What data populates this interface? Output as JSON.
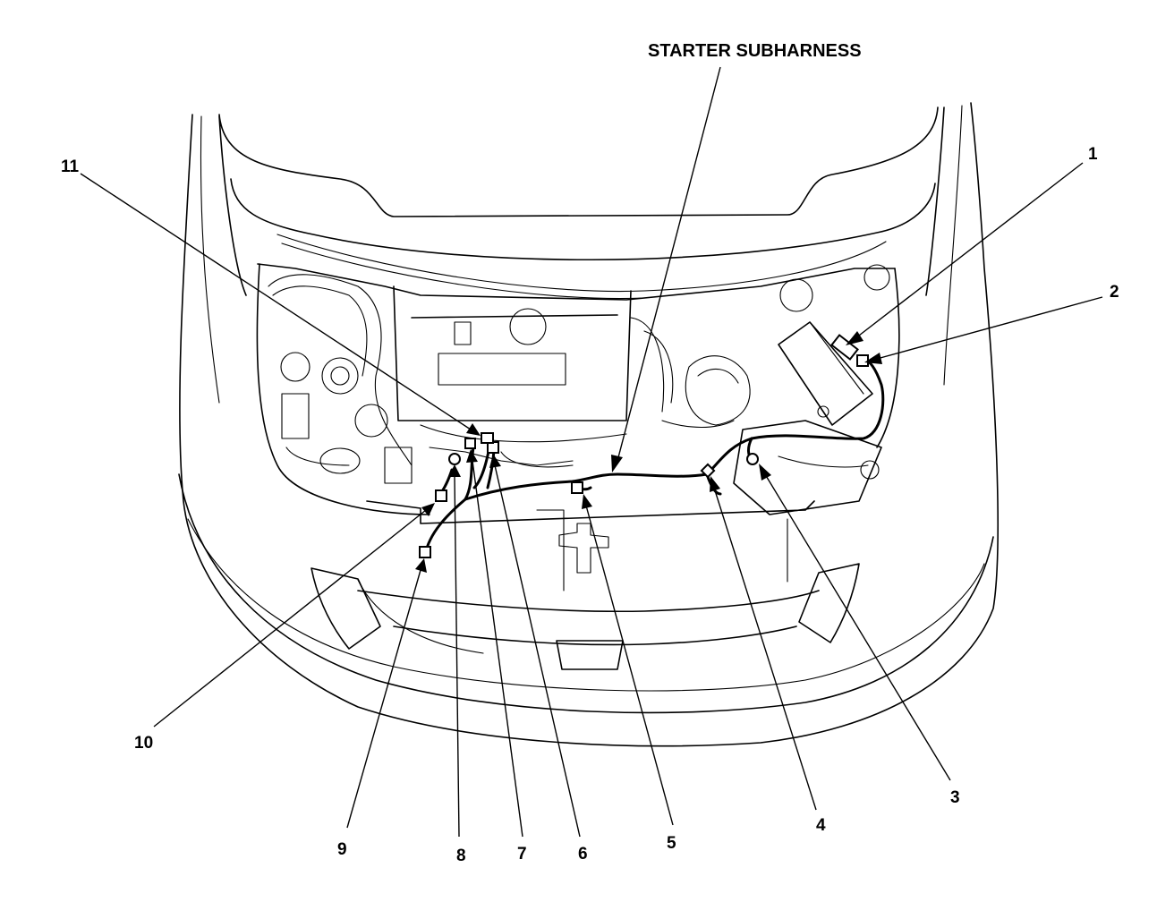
{
  "diagram": {
    "title_label": "STARTER SUBHARNESS",
    "callouts": [
      "1",
      "2",
      "3",
      "4",
      "5",
      "6",
      "7",
      "8",
      "9",
      "10",
      "11"
    ]
  }
}
